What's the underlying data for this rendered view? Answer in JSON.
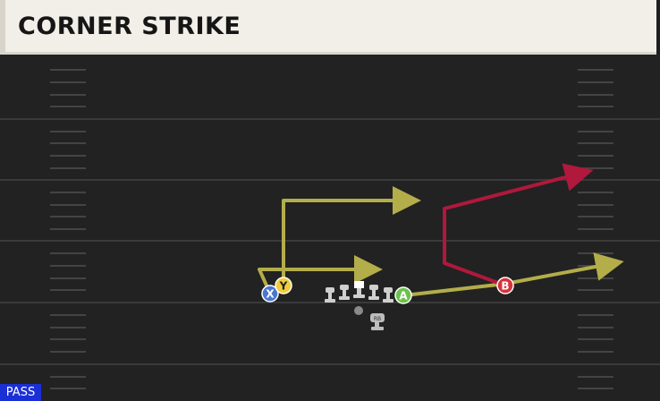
{
  "play": {
    "title": "CORNER STRIKE",
    "type_badge": "PASS"
  },
  "players": [
    {
      "label": "X",
      "color": "#4a78d0",
      "text_color": "#ffffff"
    },
    {
      "label": "Y",
      "color": "#f1cd3c",
      "text_color": "#222222"
    },
    {
      "label": "A",
      "color": "#6cc14c",
      "text_color": "#ffffff"
    },
    {
      "label": "B",
      "color": "#d8323c",
      "text_color": "#ffffff"
    },
    {
      "label": "RB",
      "color": "#bdbdbd",
      "text_color": "#333333"
    }
  ],
  "colors": {
    "route_primary": "#b3ad4a",
    "route_secondary": "#b0183c",
    "field_line": "#3a3a3a",
    "hash_mark": "#444444",
    "lineman": "#cfcfcf"
  }
}
